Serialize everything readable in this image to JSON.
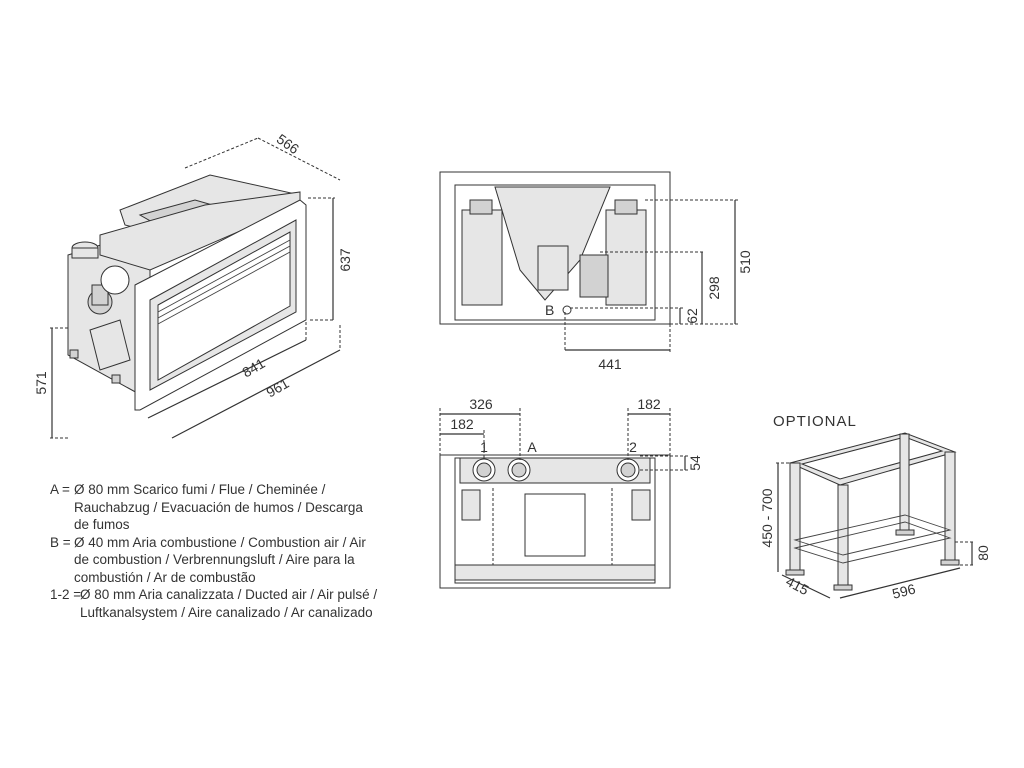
{
  "perspective_view": {
    "dims": {
      "depth": "566",
      "height": "637",
      "side_height": "571",
      "front_width": "841",
      "overall_width": "961"
    }
  },
  "top_view": {
    "dims": {
      "height_total": "510",
      "height_mid": "298",
      "height_low": "62",
      "width": "441"
    },
    "labels": {
      "b": "B"
    }
  },
  "front_view": {
    "dims": {
      "left_outer": "326",
      "left_inner": "182",
      "right": "182",
      "height": "54"
    },
    "labels": {
      "one": "1",
      "a": "A",
      "two": "2"
    }
  },
  "optional": {
    "title": "OPTIONAL",
    "dims": {
      "height_range": "450 - 700",
      "foot": "80",
      "depth": "415",
      "width": "596"
    }
  },
  "legend": [
    {
      "key": "A = ",
      "lines": [
        "Ø 80 mm  Scarico fumi / Flue / Cheminée /",
        "Rauchabzug / Evacuación de humos / Descarga",
        "de fumos"
      ]
    },
    {
      "key": "B = ",
      "lines": [
        "Ø 40 mm  Aria combustione / Combustion air / Air",
        "de combustion / Verbrennungsluft  / Aire para la",
        "combustión / Ar de combustão"
      ]
    },
    {
      "key": "1-2 = ",
      "lines": [
        "Ø 80 mm  Aria canalizzata / Ducted air / Air pulsé /",
        "Luftkanalsystem / Aire canalizado / Ar canalizado"
      ]
    }
  ]
}
